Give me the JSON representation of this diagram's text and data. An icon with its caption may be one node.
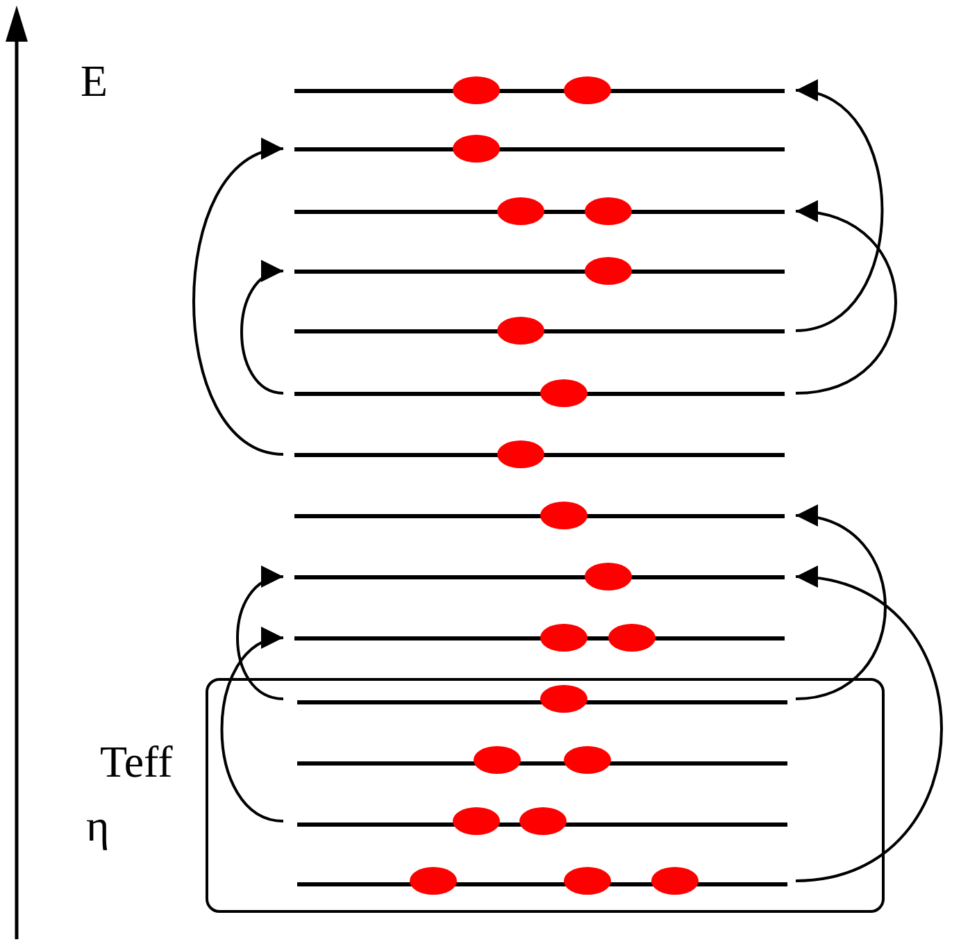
{
  "diagram": {
    "nodes": [
      {
        "text": [],
        "shape": "bar"
      },
      {
        "text": [],
        "shape": "bar"
      },
      {
        "text": [],
        "shape": "bar"
      },
      {
        "text": [],
        "shape": "bar"
      },
      {
        "text": [],
        "shape": "bar"
      },
      {
        "text": [],
        "shape": "bar"
      },
      {
        "text": [],
        "shape": "bar"
      },
      {
        "text": [],
        "shape": "bar"
      },
      {
        "text": [],
        "shape": "bar"
      },
      {
        "text": [],
        "shape": "bar"
      },
      {
        "text": [
          "Teff",
          "η"
        ]
      },
      {
        "text": [],
        "shape": "bar",
        "in": 10
      },
      {
        "text": [],
        "shape": "bar",
        "in": 10
      },
      {
        "text": [],
        "shape": "bar",
        "in": 10
      },
      {
        "text": [],
        "shape": "bar",
        "in": 10
      }
    ],
    "edges": [
      {
        "from": 6,
        "to": 1,
        "arrow": "to"
      },
      {
        "from": 5,
        "to": 3,
        "arrow": "to"
      },
      {
        "from": 11,
        "to": 8,
        "arrow": "to"
      },
      {
        "from": 13,
        "to": 9,
        "arrow": "to"
      },
      {
        "from": 4,
        "to": 0,
        "arrow": "to"
      },
      {
        "from": 5,
        "to": 2,
        "arrow": "to"
      },
      {
        "from": 11,
        "to": 7,
        "arrow": "to"
      },
      {
        "from": 14,
        "to": 8,
        "arrow": "to"
      }
    ],
    "labels": [
      "E"
    ]
  }
}
